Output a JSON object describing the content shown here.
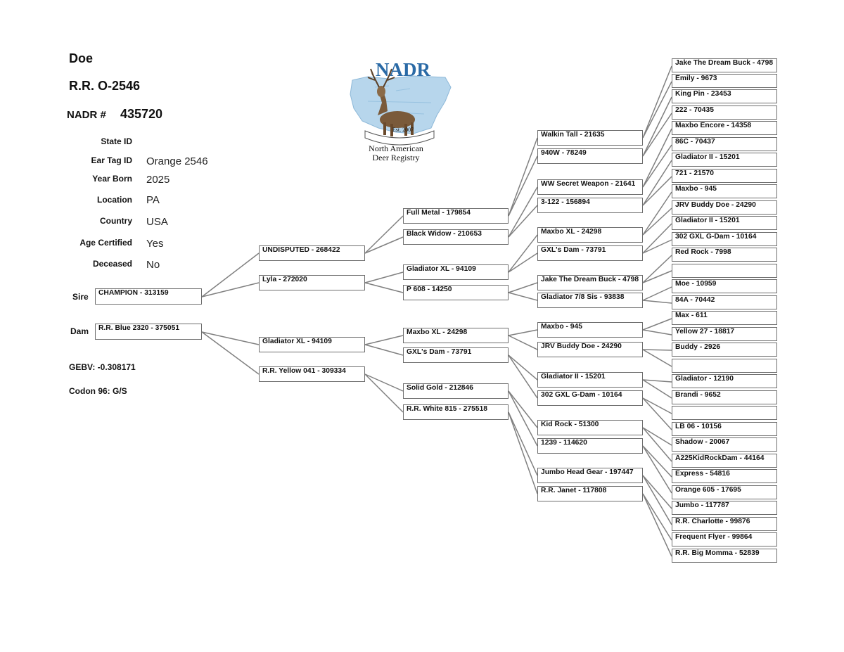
{
  "animal": {
    "sex": "Doe",
    "name": "R.R. O-2546",
    "nadr_label": "NADR #",
    "nadr_number": "435720"
  },
  "details": [
    {
      "label": "State ID",
      "value": ""
    },
    {
      "label": "Ear Tag ID",
      "value": "Orange 2546"
    },
    {
      "label": "Year Born",
      "value": "2025"
    },
    {
      "label": "Location",
      "value": "PA"
    },
    {
      "label": "Country",
      "value": "USA"
    },
    {
      "label": "Age Certified",
      "value": "Yes"
    },
    {
      "label": "Deceased",
      "value": "No"
    }
  ],
  "genetics": {
    "gebv": "GEBV: -0.308171",
    "codon": "Codon 96: G/S"
  },
  "logo": {
    "title": "NADR",
    "est": "Est. 2007",
    "line1": "North American",
    "line2": "Deer Registry",
    "title_color": "#2a6aa6",
    "map_color": "#aecfe6"
  },
  "pedigree": {
    "sire_label": "Sire",
    "dam_label": "Dam",
    "gen1": [
      "CHAMPION - 313159",
      "R.R. Blue 2320 - 375051"
    ],
    "gen2": [
      "UNDISPUTED - 268422",
      "Lyla - 272020",
      "Gladiator XL - 94109",
      "R.R. Yellow 041 - 309334"
    ],
    "gen3": [
      "Full Metal - 179854",
      "Black Widow - 210653",
      "Gladiator XL - 94109",
      "P 608 - 14250",
      "Maxbo XL - 24298",
      "GXL's Dam - 73791",
      "Solid Gold - 212846",
      "R.R. White 815 - 275518"
    ],
    "gen4": [
      "Walkin Tall - 21635",
      "940W - 78249",
      "WW Secret Weapon - 21641",
      "3-122 - 156894",
      "Maxbo XL - 24298",
      "GXL's Dam - 73791",
      "Jake The Dream Buck - 4798",
      "Gladiator 7/8 Sis - 93838",
      "Maxbo - 945",
      "JRV Buddy Doe - 24290",
      "Gladiator II - 15201",
      "302 GXL G-Dam - 10164",
      "Kid Rock - 51300",
      "1239 - 114620",
      "Jumbo Head Gear - 197447",
      "R.R. Janet - 117808"
    ],
    "gen5": [
      "Jake The Dream Buck - 4798",
      "Emily - 9673",
      "King Pin - 23453",
      "222 - 70435",
      "Maxbo Encore - 14358",
      "86C - 70437",
      "Gladiator II - 15201",
      "721 - 21570",
      "Maxbo - 945",
      "JRV Buddy Doe - 24290",
      "Gladiator II - 15201",
      "302 GXL G-Dam - 10164",
      "Red Rock - 7998",
      "",
      "Moe - 10959",
      "84A - 70442",
      "Max - 611",
      "Yellow 27 - 18817",
      "Buddy - 2926",
      "",
      "Gladiator - 12190",
      "Brandi - 9652",
      "",
      "LB 06 - 10156",
      "Shadow - 20067",
      "A225KidRockDam - 44164",
      "Express - 54816",
      "Orange 605 - 17695",
      "Jumbo - 117787",
      "R.R. Charlotte - 99876",
      "Frequent Flyer - 99864",
      "R.R. Big Momma - 52839"
    ]
  }
}
